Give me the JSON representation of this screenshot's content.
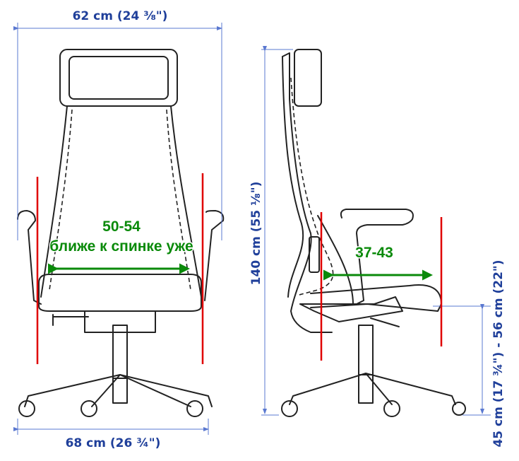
{
  "dimensions": {
    "overall_width": "62 cm (24 ⅜\")",
    "base_width": "68 cm (26 ¾\")",
    "overall_height": "140 cm (55 ⅛\")",
    "seat_height": "45 cm (17 ¾\") - 56 cm (22\")"
  },
  "annotations": {
    "seat_width": "50-54",
    "seat_width_note": "ближе к спинке уже",
    "seat_depth": "37-43"
  },
  "colors": {
    "dimension": "#1f3f9a",
    "annotation": "#0a8a0a",
    "marker": "#e00000"
  }
}
